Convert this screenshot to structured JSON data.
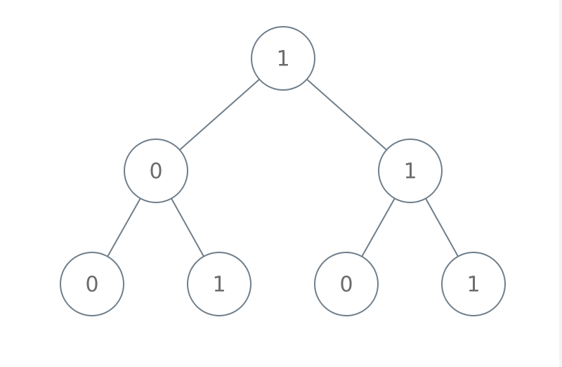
{
  "tree": {
    "nodes": [
      {
        "id": "n0",
        "value": "1"
      },
      {
        "id": "n1",
        "value": "0"
      },
      {
        "id": "n2",
        "value": "1"
      },
      {
        "id": "n3",
        "value": "0"
      },
      {
        "id": "n4",
        "value": "1"
      },
      {
        "id": "n5",
        "value": "0"
      },
      {
        "id": "n6",
        "value": "1"
      }
    ],
    "edges": [
      [
        "n0",
        "n1"
      ],
      [
        "n0",
        "n2"
      ],
      [
        "n1",
        "n3"
      ],
      [
        "n1",
        "n4"
      ],
      [
        "n2",
        "n5"
      ],
      [
        "n2",
        "n6"
      ]
    ]
  }
}
